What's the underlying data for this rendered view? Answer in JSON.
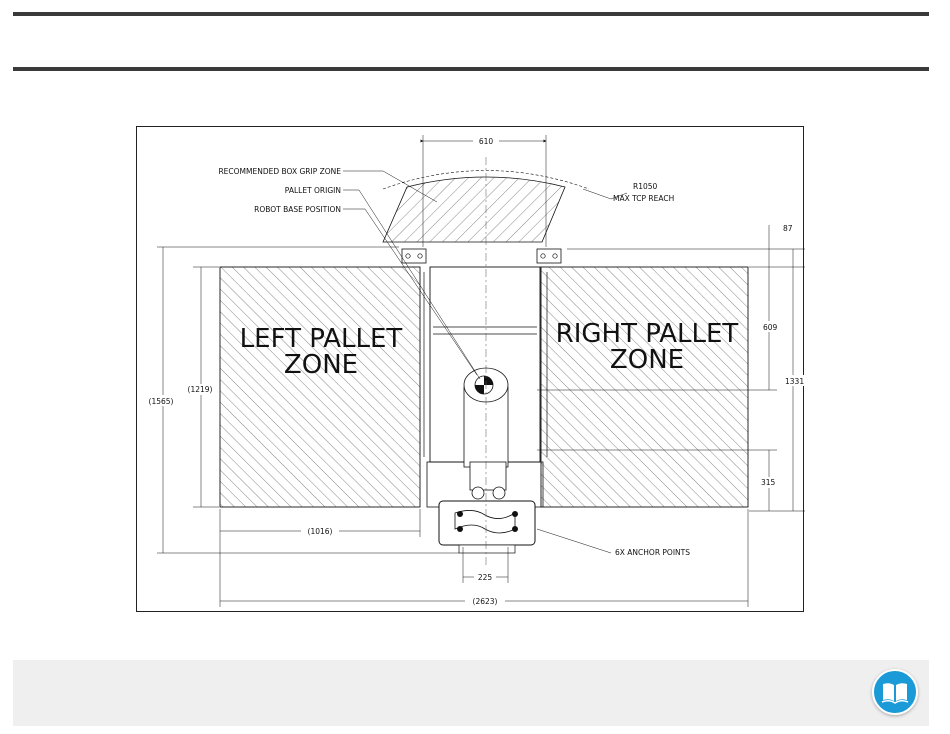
{
  "drawing": {
    "callouts": {
      "grip_zone": "RECOMMENDED BOX GRIP ZONE",
      "pallet_origin": "PALLET ORIGIN",
      "robot_base": "ROBOT BASE POSITION",
      "reach_radius": "R1050",
      "reach_label": "MAX TCP REACH",
      "anchor_points": "6X ANCHOR POINTS"
    },
    "zones": {
      "left_line1": "LEFT PALLET",
      "left_line2": "ZONE",
      "right_line1": "RIGHT PALLET",
      "right_line2": "ZONE"
    },
    "dimensions": {
      "top_width": "610",
      "top_offset": "87",
      "right_upper": "609",
      "right_total": "1331",
      "right_lower": "315",
      "left_total": "(1565)",
      "left_pallet": "(1219)",
      "left_width": "(1016)",
      "base_width": "225",
      "overall_width": "(2623)"
    }
  },
  "footer": {
    "doc_icon": "open-book-icon",
    "accent_color": "#1a9ad6"
  }
}
